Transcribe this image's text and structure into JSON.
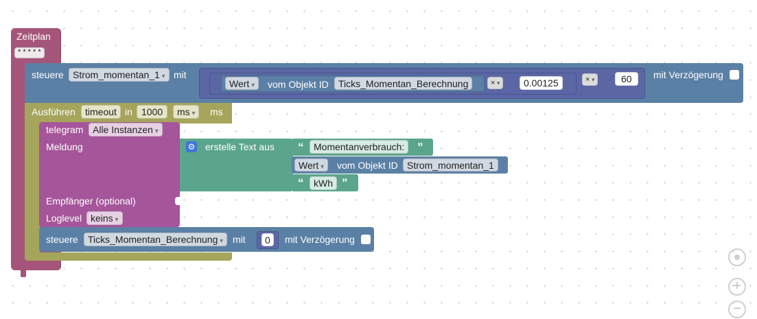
{
  "colors": {
    "schedule": "#a5557a",
    "control": "#5b80a5",
    "timeout": "#a5a55b",
    "telegram": "#a5559a",
    "text": "#5ba58c",
    "object": "#5b80a5",
    "math": "#5b67a5"
  },
  "schedule_block": {
    "title": "Zeitplan",
    "cron": "* * * * *"
  },
  "control1": {
    "label": "steuere",
    "target": "Strom_momentan_1",
    "with_label": "mit",
    "delay_label": "mit Verzögerung",
    "multiply_outer": {
      "op": "×",
      "value": "60"
    },
    "multiply_inner": {
      "op": "×",
      "value": "0.00125"
    },
    "object_read": {
      "field": "Wert",
      "of_label": "vom Objekt ID",
      "object_id": "Ticks_Momentan_Berechnung"
    }
  },
  "timeout_block": {
    "label": "Ausführen",
    "name": "timeout",
    "in_label": "in",
    "value": "1000",
    "unit_dropdown": "ms",
    "unit_label": "ms"
  },
  "telegram_block": {
    "label": "telegram",
    "instance": "Alle Instanzen",
    "message_label": "Meldung",
    "recipient_label": "Empfänger (optional)",
    "loglevel_label": "Loglevel",
    "loglevel_value": "keins"
  },
  "text_join": {
    "label": "erstelle Text aus",
    "item1": "Momentanverbrauch:",
    "item2": {
      "field": "Wert",
      "of_label": "vom Objekt ID",
      "object_id": "Strom_momentan_1"
    },
    "item3": "kWh",
    "quote_open": "“",
    "quote_close": "”"
  },
  "control2": {
    "label": "steuere",
    "target": "Ticks_Momentan_Berechnung",
    "with_label": "mit",
    "value": "0",
    "delay_label": "mit Verzögerung"
  }
}
